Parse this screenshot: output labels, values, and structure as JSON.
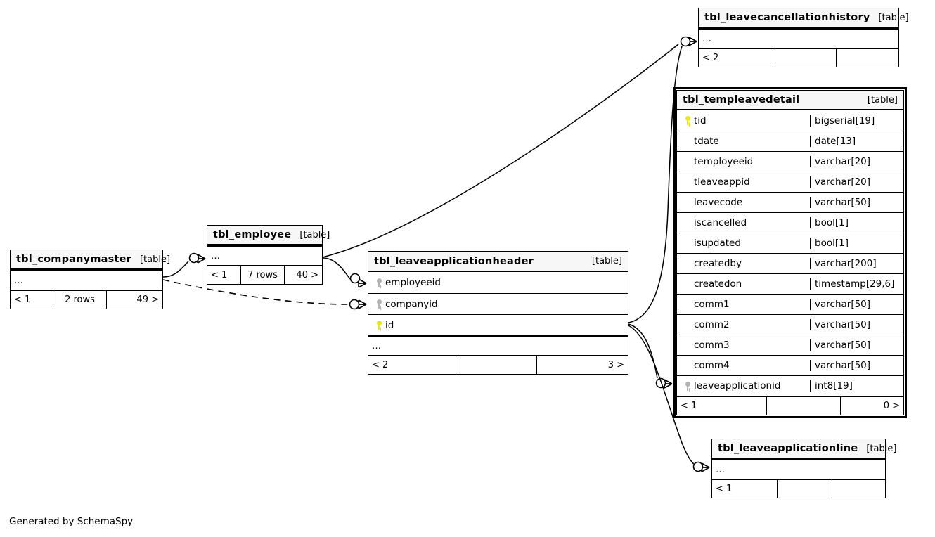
{
  "diagram": {
    "type": "entity-relationship-diagram",
    "generator_credit": "Generated by SchemaSpy",
    "table_tag": "[table]",
    "ellipsis": "…",
    "tables": [
      {
        "id": "tbl_leavecancellationhistory",
        "name": "tbl_leavecancellationhistory",
        "tag": "[table]",
        "focus": false,
        "columns": [],
        "has_ellipsis_row": true,
        "footer": {
          "left": "< 2",
          "center": "",
          "right": ""
        }
      },
      {
        "id": "tbl_templeavedetail",
        "name": "tbl_templeavedetail",
        "tag": "[table]",
        "focus": true,
        "columns": [
          {
            "key": "pk",
            "name": "tid",
            "type": "bigserial[19]"
          },
          {
            "key": "",
            "name": "tdate",
            "type": "date[13]"
          },
          {
            "key": "",
            "name": "temployeeid",
            "type": "varchar[20]"
          },
          {
            "key": "",
            "name": "tleaveappid",
            "type": "varchar[20]"
          },
          {
            "key": "",
            "name": "leavecode",
            "type": "varchar[50]"
          },
          {
            "key": "",
            "name": "iscancelled",
            "type": "bool[1]"
          },
          {
            "key": "",
            "name": "isupdated",
            "type": "bool[1]"
          },
          {
            "key": "",
            "name": "createdby",
            "type": "varchar[200]"
          },
          {
            "key": "",
            "name": "createdon",
            "type": "timestamp[29,6]"
          },
          {
            "key": "",
            "name": "comm1",
            "type": "varchar[50]"
          },
          {
            "key": "",
            "name": "comm2",
            "type": "varchar[50]"
          },
          {
            "key": "",
            "name": "comm3",
            "type": "varchar[50]"
          },
          {
            "key": "",
            "name": "comm4",
            "type": "varchar[50]"
          },
          {
            "key": "fk",
            "name": "leaveapplicationid",
            "type": "int8[19]"
          }
        ],
        "has_ellipsis_row": false,
        "footer": {
          "left": "< 1",
          "center": "",
          "right": "0 >"
        }
      },
      {
        "id": "tbl_employee",
        "name": "tbl_employee",
        "tag": "[table]",
        "focus": false,
        "columns": [],
        "has_ellipsis_row": true,
        "footer": {
          "left": "< 1",
          "center": "7 rows",
          "right": "40 >"
        }
      },
      {
        "id": "tbl_companymaster",
        "name": "tbl_companymaster",
        "tag": "[table]",
        "focus": false,
        "columns": [],
        "has_ellipsis_row": true,
        "footer": {
          "left": "< 1",
          "center": "2 rows",
          "right": "49 >"
        }
      },
      {
        "id": "tbl_leaveapplicationheader",
        "name": "tbl_leaveapplicationheader",
        "tag": "[table]",
        "focus": false,
        "columns": [
          {
            "key": "fk",
            "name": "employeeid",
            "type": ""
          },
          {
            "key": "fk",
            "name": "companyid",
            "type": ""
          },
          {
            "key": "pk",
            "name": "id",
            "type": ""
          }
        ],
        "has_ellipsis_row": true,
        "footer": {
          "left": "< 2",
          "center": "",
          "right": "3 >"
        }
      },
      {
        "id": "tbl_leaveapplicationline",
        "name": "tbl_leaveapplicationline",
        "tag": "[table]",
        "focus": false,
        "columns": [],
        "has_ellipsis_row": true,
        "footer": {
          "left": "< 1",
          "center": "",
          "right": ""
        }
      }
    ],
    "relationships": [
      {
        "from": "tbl_employee",
        "to": "tbl_leavecancellationhistory",
        "style": "solid"
      },
      {
        "from": "tbl_employee",
        "to": "tbl_leaveapplicationheader",
        "style": "solid"
      },
      {
        "from": "tbl_companymaster",
        "to": "tbl_employee",
        "style": "solid"
      },
      {
        "from": "tbl_companymaster",
        "to": "tbl_leaveapplicationheader",
        "style": "dashed"
      },
      {
        "from": "tbl_leaveapplicationheader",
        "to": "tbl_leavecancellationhistory",
        "style": "solid"
      },
      {
        "from": "tbl_leaveapplicationheader",
        "to": "tbl_templeavedetail",
        "style": "solid"
      },
      {
        "from": "tbl_leaveapplicationheader",
        "to": "tbl_leaveapplicationline",
        "style": "solid"
      }
    ],
    "colors": {
      "background": "#ffffff",
      "header_fill": "#f7f7f7",
      "border": "#000000",
      "primary_key_icon": "#e8e800",
      "foreign_key_icon": "#b4b4b4",
      "edge": "#000000"
    }
  }
}
